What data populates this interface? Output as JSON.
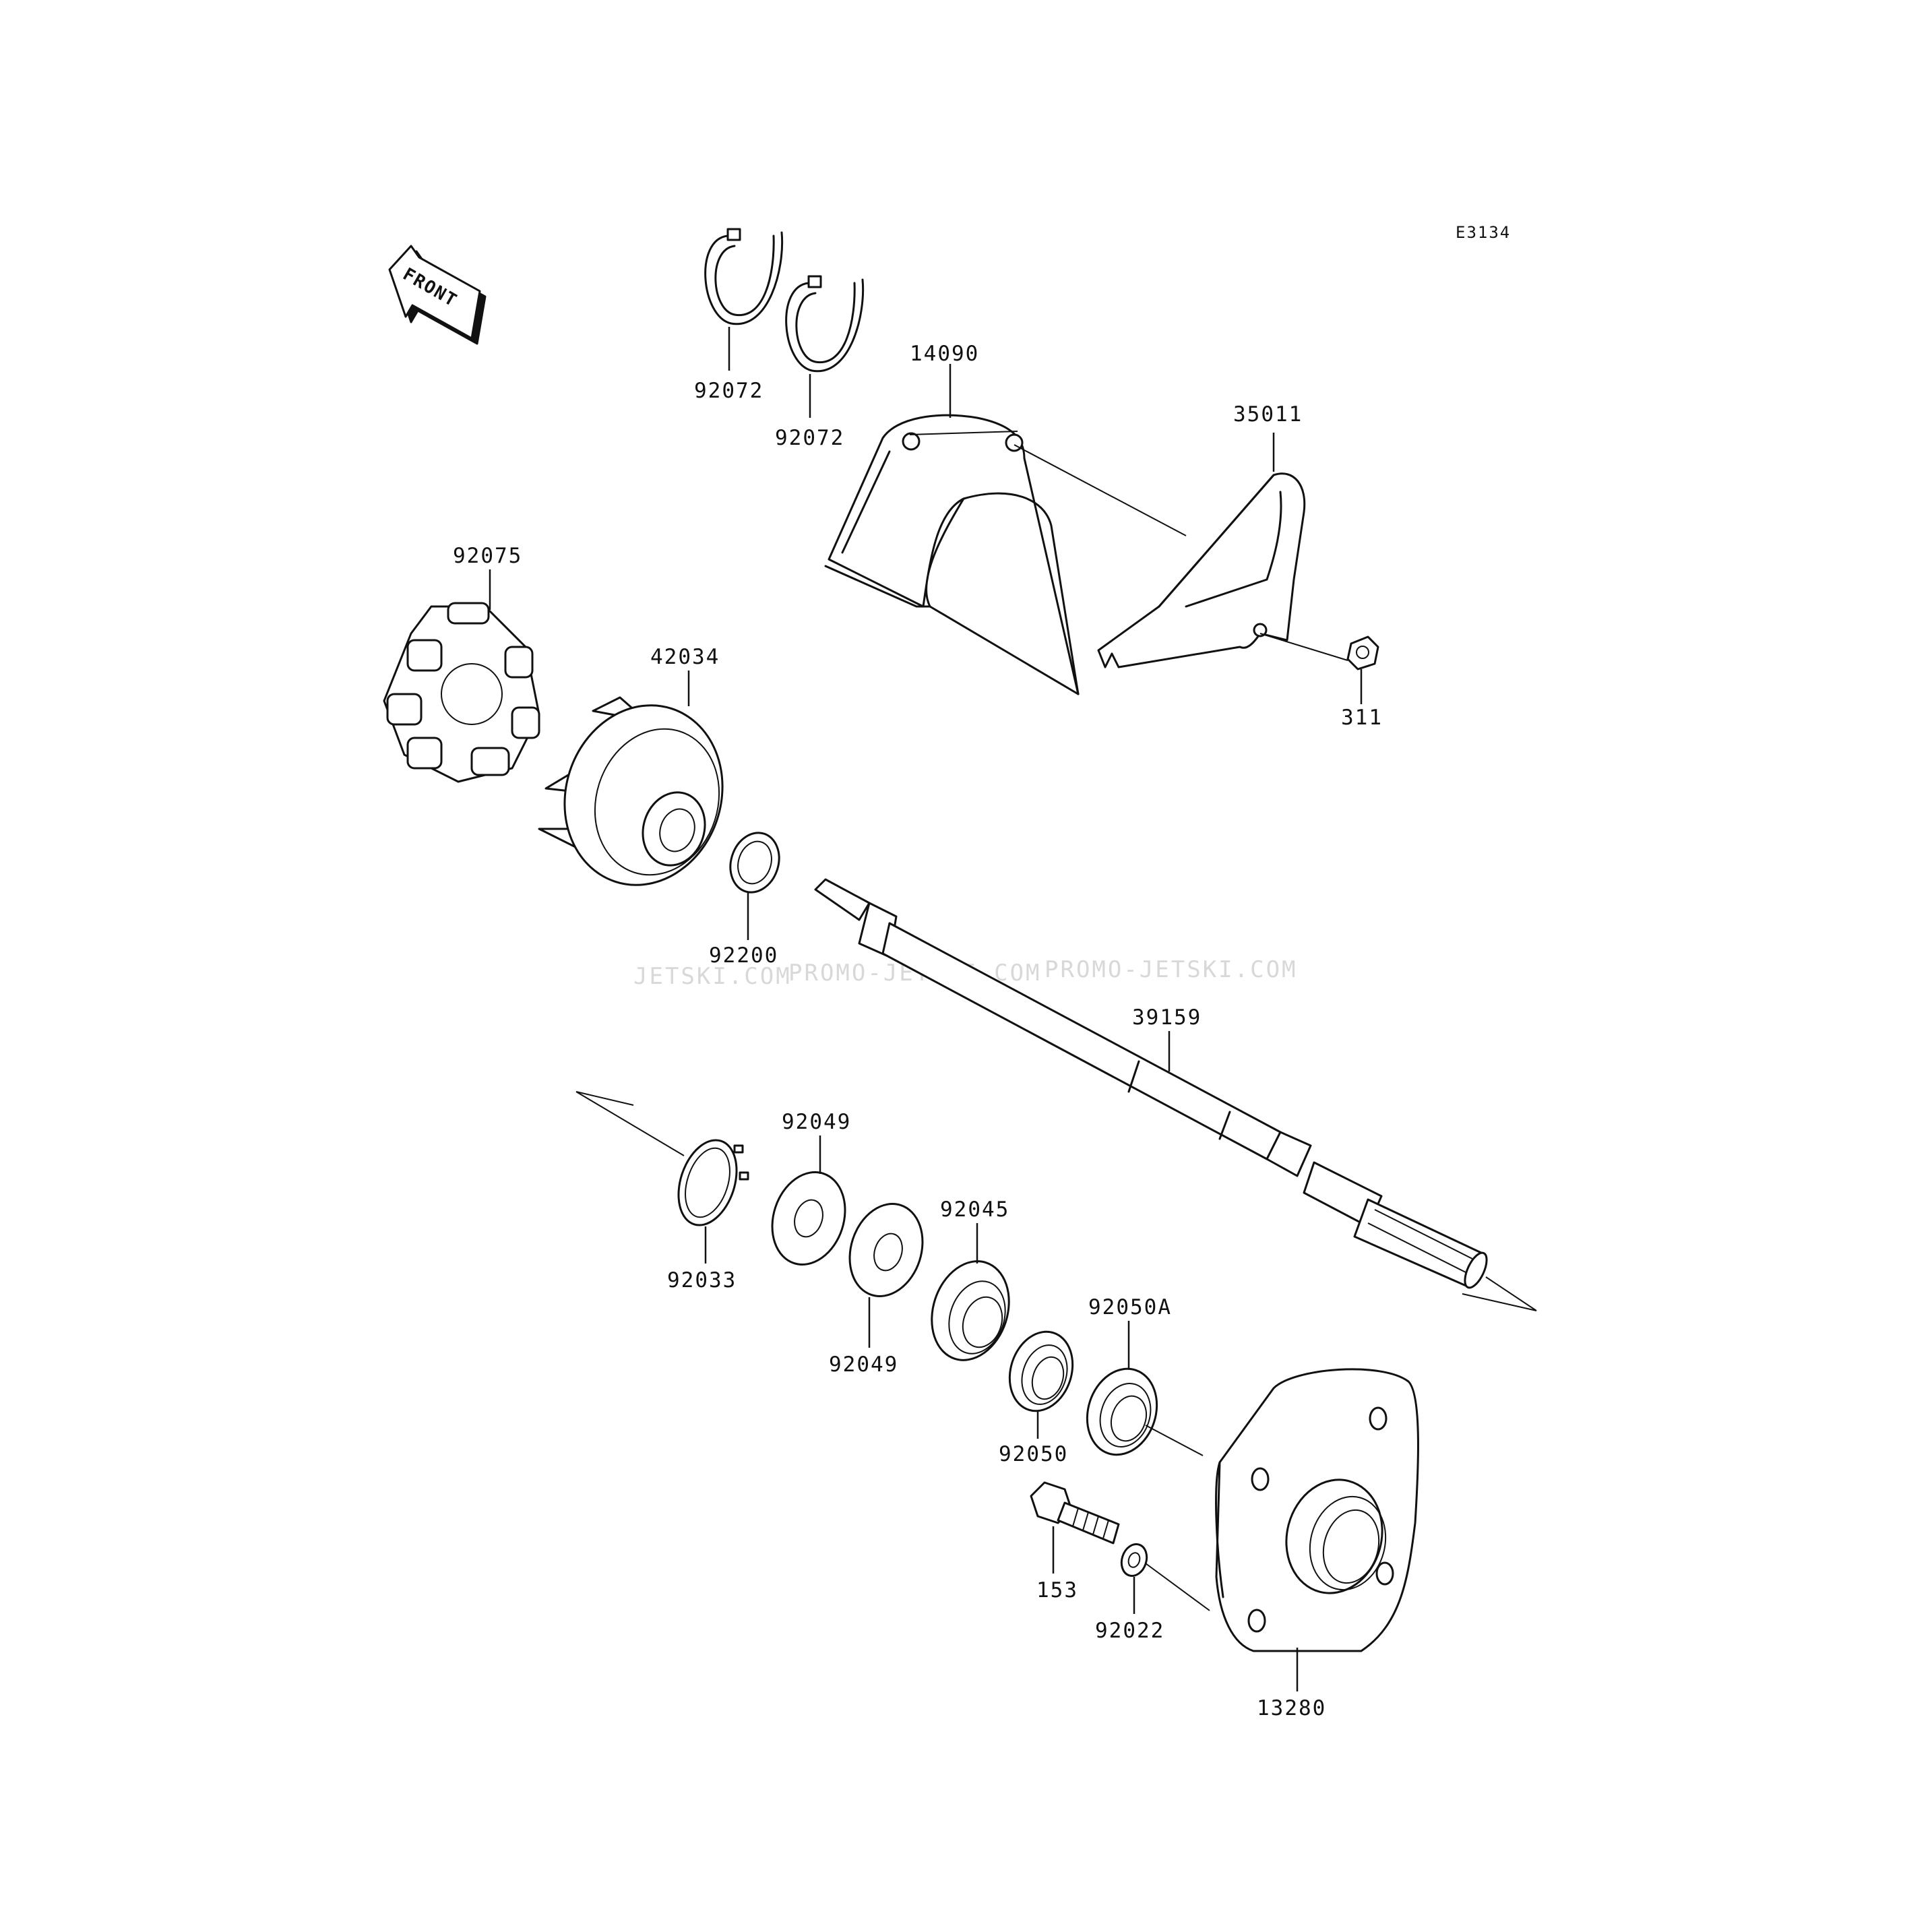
{
  "diagram": {
    "code": "E3134",
    "direction_label": "FRONT",
    "watermarks": [
      "JETSKI.COM",
      "PROMO-JETSKI.COM",
      "PROMO-JETSKI.COM"
    ],
    "parts": {
      "p92072a": "92072",
      "p92072b": "92072",
      "p14090": "14090",
      "p35011": "35011",
      "p311": "311",
      "p92075": "92075",
      "p42034": "42034",
      "p92200": "92200",
      "p39159": "39159",
      "p92049a": "92049",
      "p92033": "92033",
      "p92045": "92045",
      "p92049b": "92049",
      "p92050A": "92050A",
      "p92050": "92050",
      "p153": "153",
      "p92022": "92022",
      "p13280": "13280"
    }
  }
}
